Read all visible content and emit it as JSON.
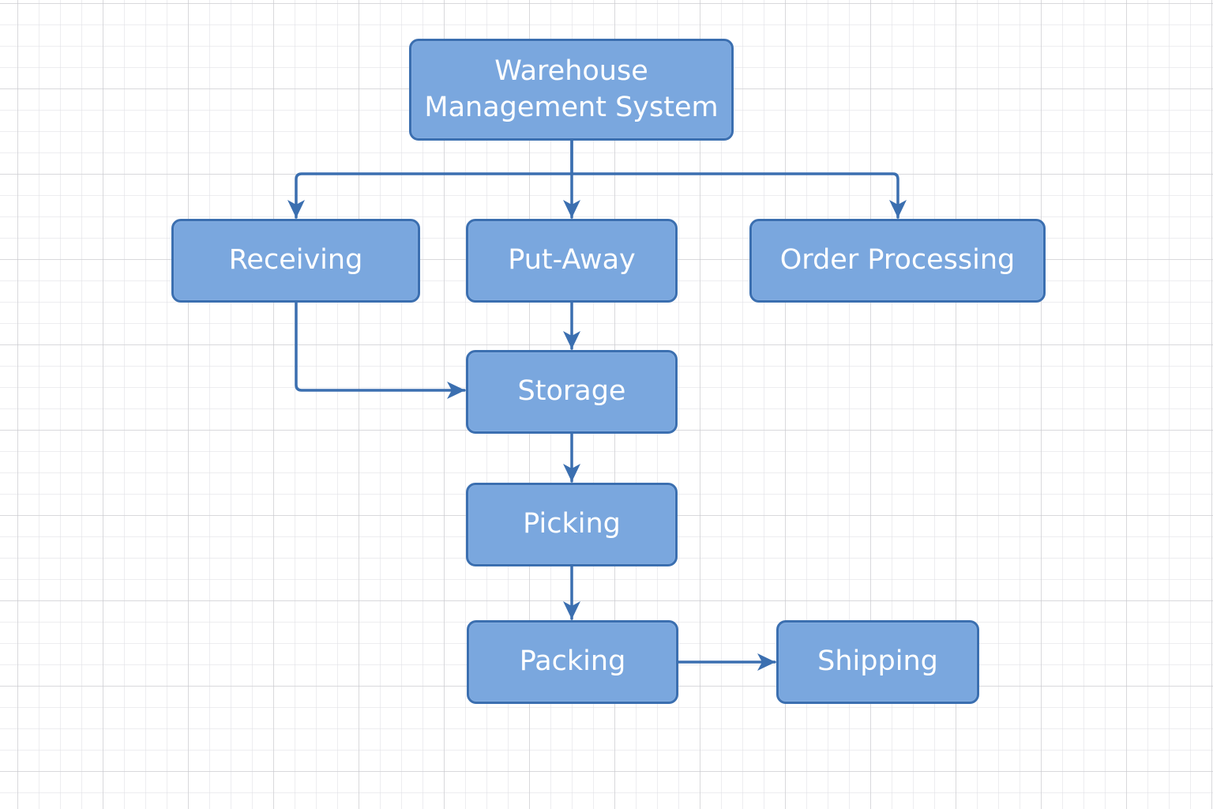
{
  "diagram": {
    "title": "Warehouse Management System",
    "colors": {
      "node_fill": "#7aa7de",
      "node_border": "#3b6fb0",
      "node_text": "#ffffff",
      "connector": "#3b6fb0",
      "background": "#ffffff",
      "grid": "#e1e1e6"
    },
    "nodes": [
      {
        "id": "wms",
        "lines": [
          "Warehouse",
          "Management System"
        ]
      },
      {
        "id": "receiving",
        "label": "Receiving"
      },
      {
        "id": "put_away",
        "label": "Put-Away"
      },
      {
        "id": "order_processing",
        "label": "Order Processing"
      },
      {
        "id": "storage",
        "label": "Storage"
      },
      {
        "id": "picking",
        "label": "Picking"
      },
      {
        "id": "packing",
        "label": "Packing"
      },
      {
        "id": "shipping",
        "label": "Shipping"
      }
    ],
    "edges": [
      {
        "from": "wms",
        "to": "receiving"
      },
      {
        "from": "wms",
        "to": "put_away"
      },
      {
        "from": "wms",
        "to": "order_processing"
      },
      {
        "from": "put_away",
        "to": "storage"
      },
      {
        "from": "receiving",
        "to": "storage"
      },
      {
        "from": "storage",
        "to": "picking"
      },
      {
        "from": "picking",
        "to": "packing"
      },
      {
        "from": "packing",
        "to": "shipping"
      }
    ]
  }
}
